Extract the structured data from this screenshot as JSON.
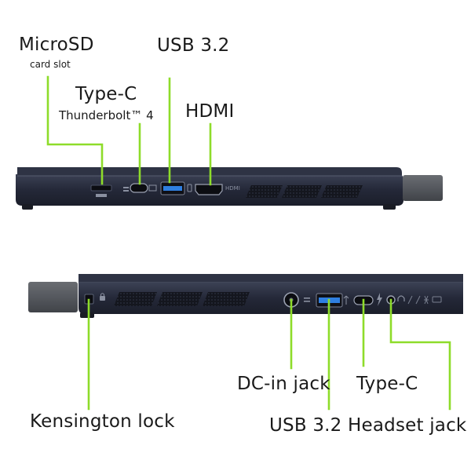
{
  "colors": {
    "leader": "#8edc2a",
    "laptop_dark": "#252a3a",
    "laptop_edge": "#4a5064",
    "usb_blue": "#2f7fe0",
    "hinge": "#5a5d63"
  },
  "top_side": {
    "microsd": {
      "title": "MicroSD",
      "subtitle": "card slot",
      "icon": "sd-card-icon"
    },
    "typec": {
      "title": "Type-C",
      "subtitle": "Thunderbolt™ 4",
      "icon": "thunderbolt-icon"
    },
    "usb": {
      "title": "USB 3.2",
      "icon": "usb-icon"
    },
    "hdmi": {
      "title": "HDMI",
      "port_text": "HDMI",
      "icon": "hdmi-port-icon"
    }
  },
  "bottom_side": {
    "kensington": {
      "title": "Kensington lock",
      "icon": "lock-icon"
    },
    "dcin": {
      "title": "DC-in jack",
      "icon": "power-icon"
    },
    "usb": {
      "title": "USB 3.2",
      "icon": "usb-icon"
    },
    "typec": {
      "title": "Type-C",
      "icon": "thunderbolt-icon"
    },
    "headset": {
      "title": "Headset jack",
      "icon": "headset-icon"
    }
  }
}
